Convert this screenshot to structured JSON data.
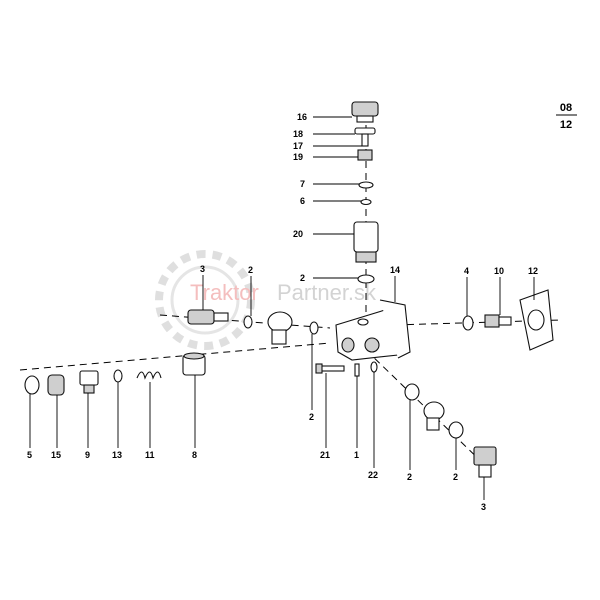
{
  "page_ref": {
    "top": "08",
    "bottom": "12"
  },
  "watermark": {
    "brand_red": "Traktor",
    "brand_gray": "Partner.sk"
  },
  "callouts": {
    "c16": "16",
    "c18": "18",
    "c17": "17",
    "c19": "19",
    "c7": "7",
    "c6": "6",
    "c20": "20",
    "c2_top": "2",
    "c14": "14",
    "c3_left": "3",
    "c2_upper": "2",
    "c4": "4",
    "c10": "10",
    "c12": "12",
    "c5": "5",
    "c15": "15",
    "c9": "9",
    "c13": "13",
    "c11": "11",
    "c8": "8",
    "c2_mid": "2",
    "c21": "21",
    "c1": "1",
    "c22": "22",
    "c2_low1": "2",
    "c2_low2": "2",
    "c3_right": "3"
  }
}
